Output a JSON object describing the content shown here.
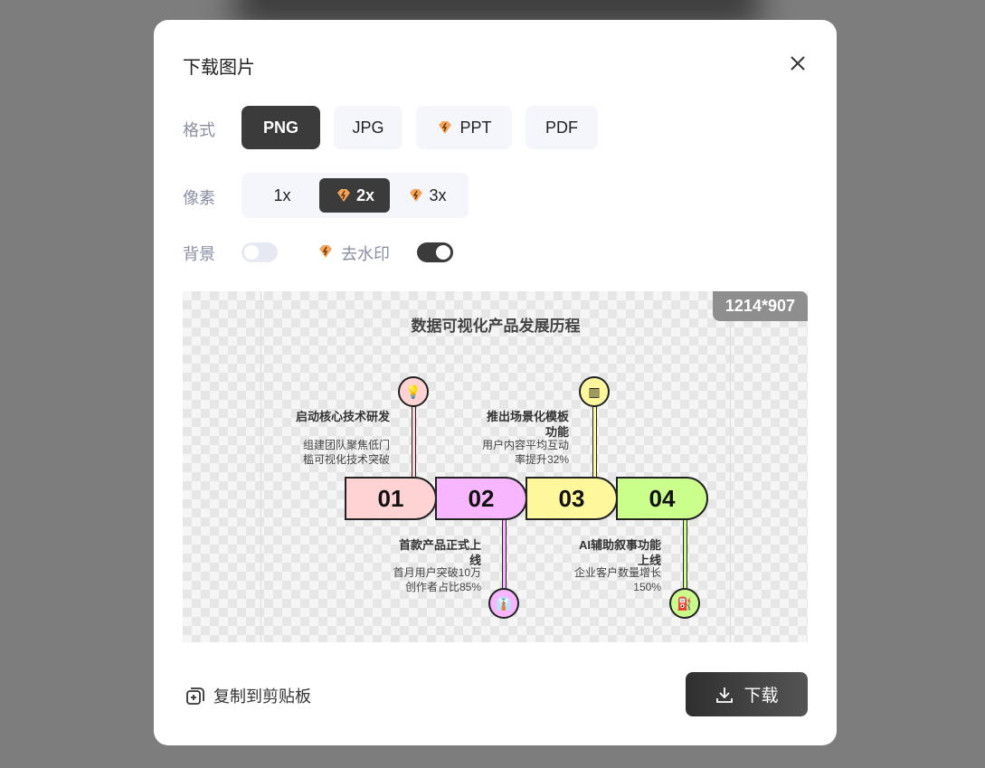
{
  "dialog": {
    "title": "下载图片"
  },
  "format": {
    "label": "格式",
    "options": [
      "PNG",
      "JPG",
      "PPT",
      "PDF"
    ],
    "selected": "PNG"
  },
  "pixel": {
    "label": "像素",
    "options": [
      "1x",
      "2x",
      "3x"
    ],
    "selected": "2x"
  },
  "background": {
    "label": "背景",
    "enabled": false,
    "watermark_label": "去水印",
    "watermark_removed": true
  },
  "preview": {
    "size_badge": "1214*907",
    "title": "数据可视化产品发展历程",
    "steps": [
      {
        "num": "01",
        "heading": "启动核心技术研发",
        "desc": [
          "组建团队聚焦低门",
          "槛可视化技术突破"
        ],
        "color": "#ffd3d3"
      },
      {
        "num": "02",
        "heading": [
          "首款产品正式上",
          "线"
        ],
        "desc": [
          "首月用户突破10万",
          "创作者占比85%"
        ],
        "color": "#f7b6ff"
      },
      {
        "num": "03",
        "heading": [
          "推出场景化模板",
          "功能"
        ],
        "desc": [
          "用户内容平均互动",
          "率提升32%"
        ],
        "color": "#fff79b"
      },
      {
        "num": "04",
        "heading": [
          "AI辅助叙事功能",
          "上线"
        ],
        "desc": [
          "企业客户数量增长",
          "150%"
        ],
        "color": "#caff8c"
      }
    ]
  },
  "footer": {
    "copy_label": "复制到剪贴板",
    "download_label": "下载"
  },
  "colors": {
    "dark": "#3b3b3b",
    "accent_gem": "#f2a55a"
  }
}
